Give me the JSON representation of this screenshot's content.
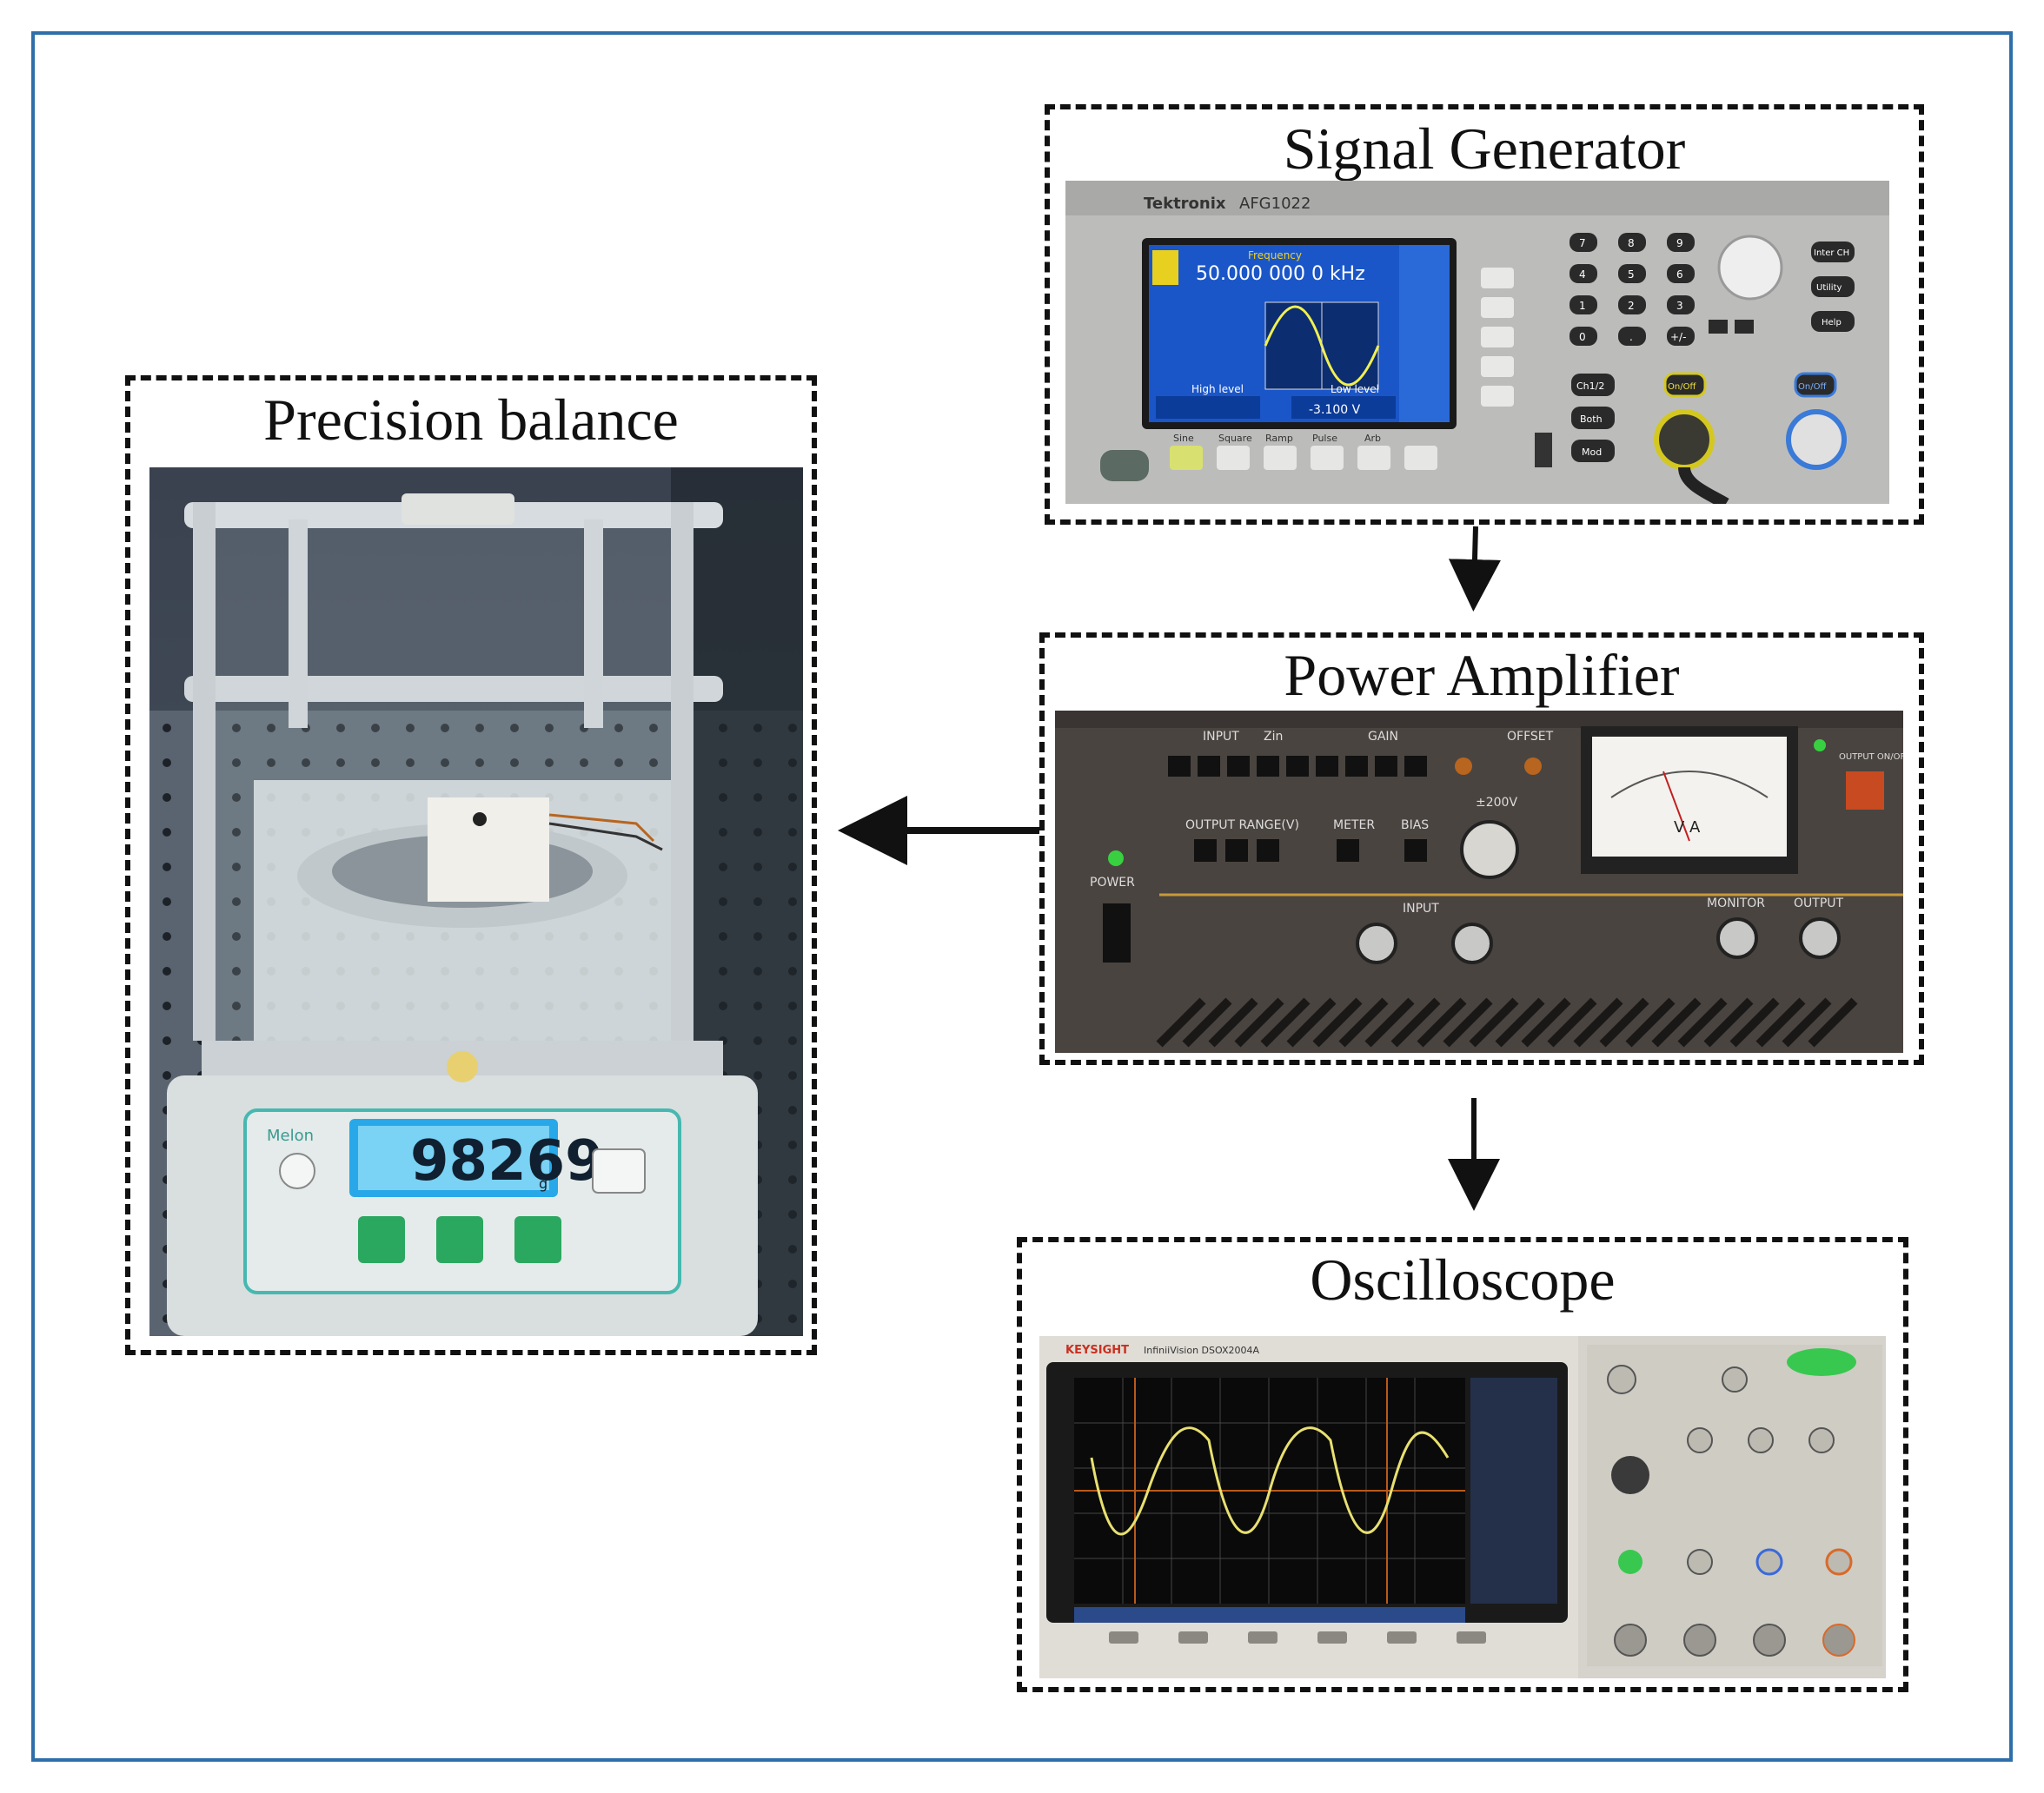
{
  "figure": {
    "panels": {
      "precision_balance": {
        "title": "Precision balance",
        "display_value": "98269",
        "unit": "g",
        "brand": "Melon"
      },
      "signal_generator": {
        "title": "Signal Generator",
        "brand": "Tektronix",
        "model": "AFG1022",
        "freq_label": "Frequency",
        "freq_value": "50.000 000 0 kHz",
        "high_label": "High level",
        "low_label": "Low level",
        "low_value": "-3.100 V",
        "wave_buttons": [
          "Sine",
          "Square",
          "Ramp",
          "Pulse",
          "Arb"
        ],
        "keypad": [
          "7",
          "8",
          "9",
          "4",
          "5",
          "6",
          "1",
          "2",
          "3",
          "0",
          ".",
          "+/-"
        ],
        "side_buttons": [
          "Inter CH",
          "Utility",
          "Help"
        ],
        "channel_buttons": [
          "Ch1/2",
          "Both",
          "Mod"
        ],
        "onoff": "On/Off"
      },
      "power_amplifier": {
        "title": "Power Amplifier",
        "labels": {
          "input": "INPUT",
          "zin": "Zin",
          "gain": "GAIN",
          "offset": "OFFSET",
          "output_range": "OUTPUT RANGE(V)",
          "meter": "METER",
          "bias": "BIAS",
          "power": "POWER",
          "monitor": "MONITOR",
          "output": "OUTPUT",
          "output_onoff": "OUTPUT ON/OFF",
          "v200": "±200V",
          "meter_face": "V A"
        }
      },
      "oscilloscope": {
        "title": "Oscilloscope",
        "brand": "KEYSIGHT",
        "model": "InfiniiVision DSOX2004A"
      }
    }
  },
  "colors": {
    "frame": "#2e6faa",
    "dash": "#111111",
    "lcd_blue": "#1060c8",
    "scope_trace": "#e8e070"
  }
}
